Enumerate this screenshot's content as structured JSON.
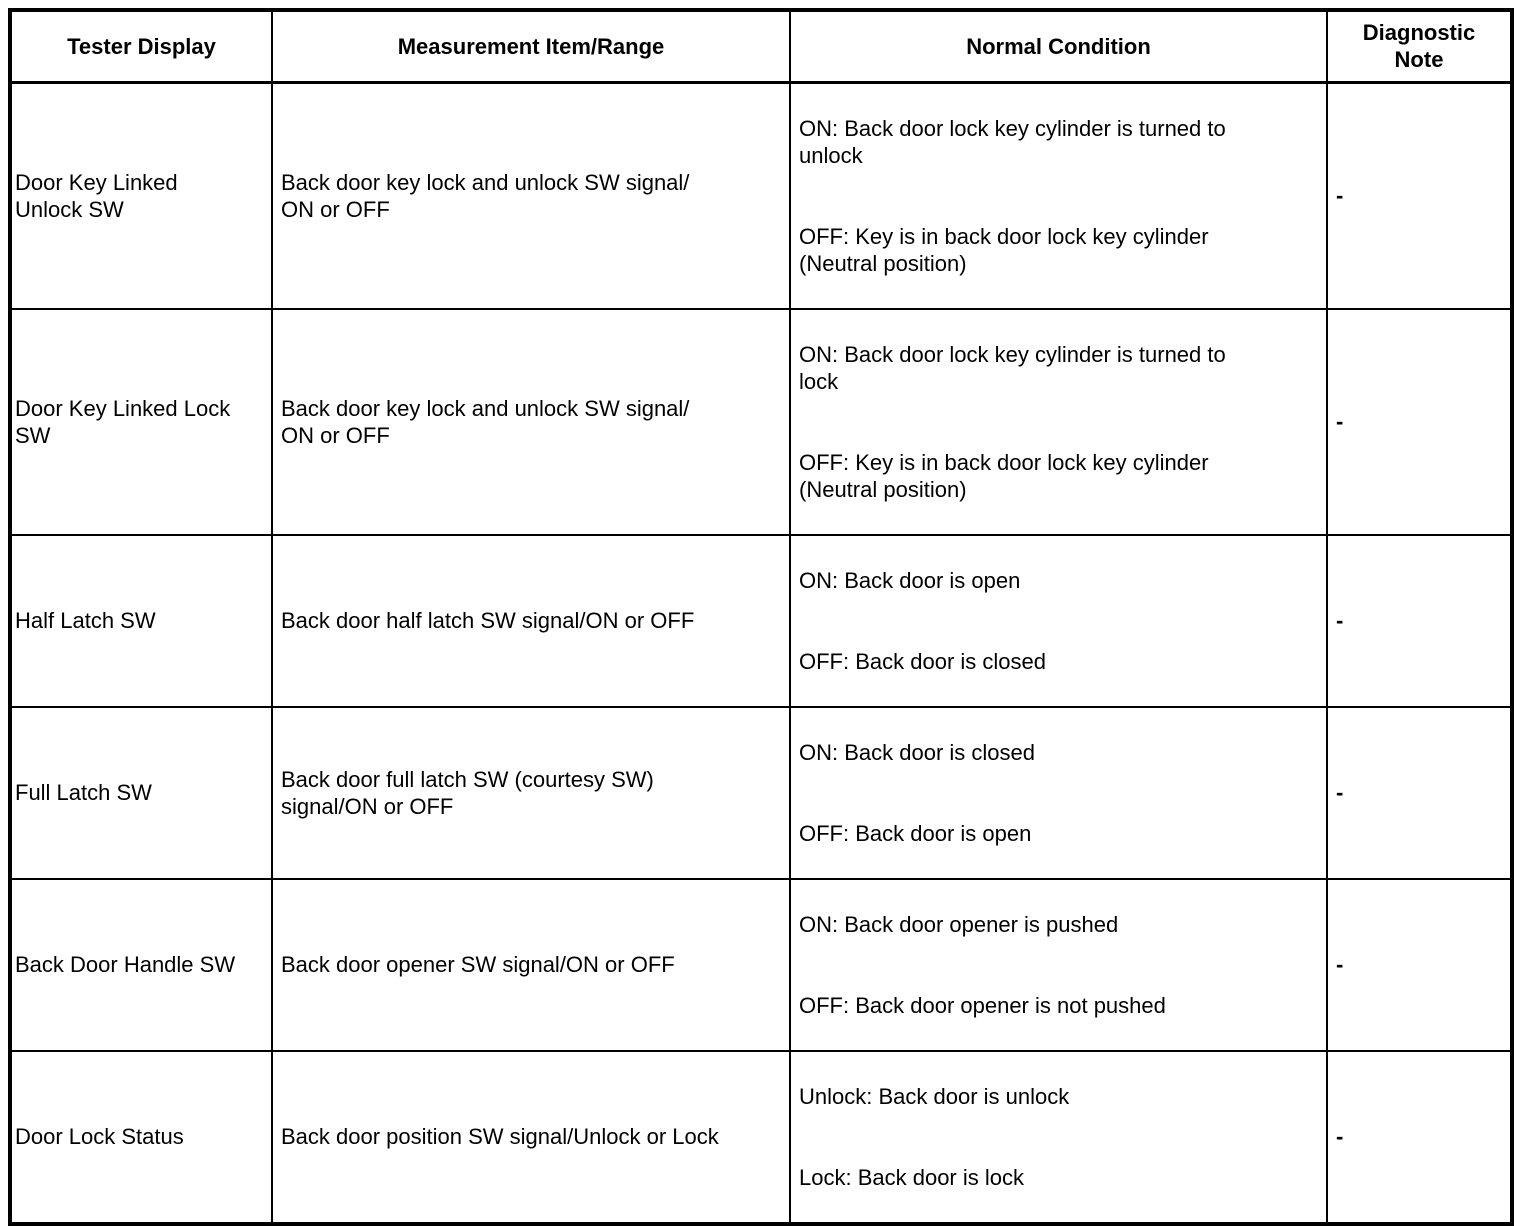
{
  "table": {
    "headers": {
      "tester_display": "Tester Display",
      "measurement": "Measurement Item/Range",
      "normal_condition": "Normal Condition",
      "diagnostic_note": "Diagnostic\nNote"
    },
    "rows": [
      {
        "tester_display": "Door Key Linked\nUnlock SW",
        "measurement": "Back door key lock and unlock SW signal/\nON or OFF",
        "conditions": [
          "ON: Back door lock key cylinder is turned to\nunlock",
          "OFF: Key is in back door lock key cylinder\n(Neutral position)"
        ],
        "note": "-"
      },
      {
        "tester_display": "Door Key Linked Lock\nSW",
        "measurement": "Back door key lock and unlock SW signal/\nON or OFF",
        "conditions": [
          "ON: Back door lock key cylinder is turned to\nlock",
          "OFF: Key is in back door lock key cylinder\n(Neutral position)"
        ],
        "note": "-"
      },
      {
        "tester_display": "Half Latch SW",
        "measurement": "Back door half latch SW signal/ON or OFF",
        "conditions": [
          "ON: Back door is open",
          "OFF: Back door is closed"
        ],
        "note": "-"
      },
      {
        "tester_display": "Full Latch SW",
        "measurement": "Back door full latch SW (courtesy SW)\nsignal/ON or OFF",
        "conditions": [
          "ON: Back door is closed",
          "OFF: Back door is open"
        ],
        "note": "-"
      },
      {
        "tester_display": "Back Door Handle SW",
        "measurement": "Back door opener SW signal/ON or OFF",
        "conditions": [
          "ON: Back door opener is pushed",
          "OFF: Back door opener is not pushed"
        ],
        "note": "-"
      },
      {
        "tester_display": "Door Lock Status",
        "measurement": "Back door position SW signal/Unlock or Lock",
        "conditions": [
          "Unlock: Back door is unlock",
          "Lock: Back door is lock"
        ],
        "note": "-"
      }
    ]
  }
}
